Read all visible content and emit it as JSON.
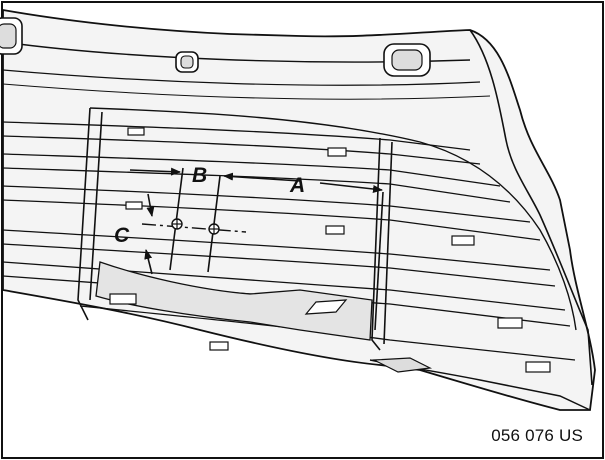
{
  "figure": {
    "labels": {
      "a": "A",
      "b": "B",
      "c": "C"
    },
    "code": "056 076 US",
    "colors": {
      "line": "#111111",
      "shade": "#d9d9d9",
      "panel": "#ececec",
      "background": "#ffffff"
    }
  }
}
